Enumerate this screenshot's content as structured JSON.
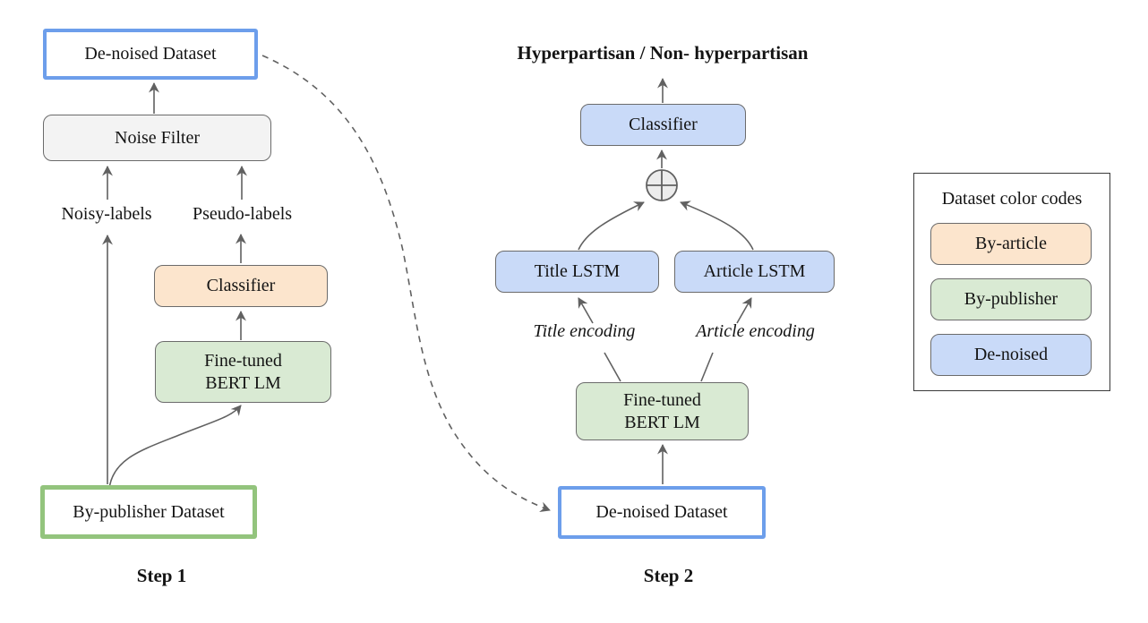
{
  "figure": {
    "description": "Two-step pipeline diagram for hyperpartisan news detection"
  },
  "step1": {
    "label": "Step 1",
    "denoised_box": "De-noised Dataset",
    "noise_filter": "Noise Filter",
    "noisy_labels": "Noisy-labels",
    "pseudo_labels": "Pseudo-labels",
    "classifier": "Classifier",
    "bert_line1": "Fine-tuned",
    "bert_line2": "BERT LM",
    "by_publisher_box": "By-publisher Dataset"
  },
  "step2": {
    "label": "Step 2",
    "output_label": "Hyperpartisan / Non- hyperpartisan",
    "classifier": "Classifier",
    "title_lstm": "Title LSTM",
    "article_lstm": "Article LSTM",
    "title_encoding": "Title encoding",
    "article_encoding": "Article encoding",
    "bert_line1": "Fine-tuned",
    "bert_line2": "BERT LM",
    "denoised_box": "De-noised Dataset",
    "concat_symbol": "concatenation (circle-plus)"
  },
  "legend": {
    "title": "Dataset color codes",
    "items": [
      {
        "label": "By-article",
        "color_key": "by_article"
      },
      {
        "label": "By-publisher",
        "color_key": "by_publisher"
      },
      {
        "label": "De-noised",
        "color_key": "de_noised"
      }
    ]
  },
  "colors": {
    "by_article": "#fce5cd",
    "by_publisher": "#d9ead3",
    "de_noised": "#c9daf8",
    "neutral_gray": "#f3f3f3",
    "blue_border": "#6d9eeb",
    "green_border": "#93c47d",
    "line": "#616161"
  }
}
